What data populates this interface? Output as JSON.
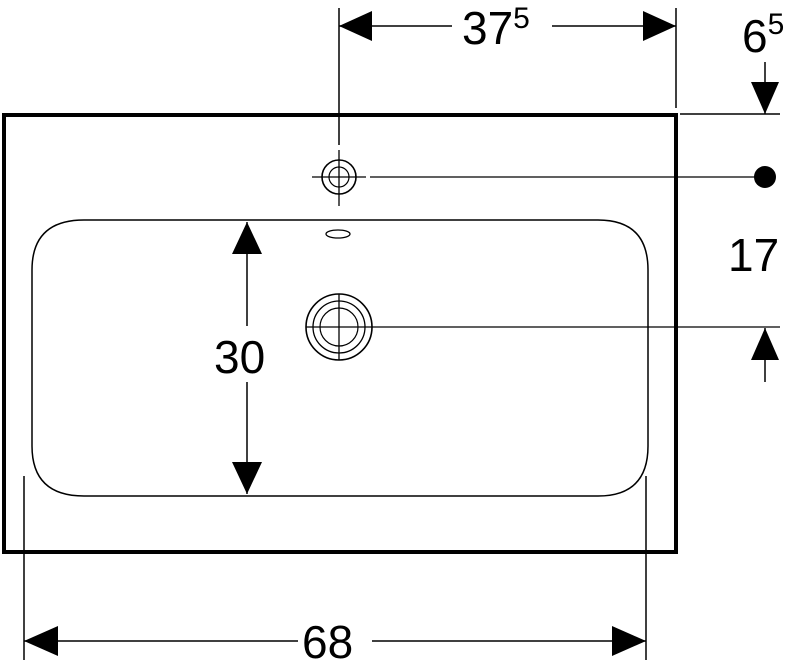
{
  "dimensions": {
    "tap_offset": {
      "main": "37",
      "sup": "5"
    },
    "rim_offset": {
      "main": "6",
      "sup": "5"
    },
    "tap_to_drain": "17",
    "bowl_depth": "30",
    "overall_width": "68"
  },
  "colors": {
    "line": "#000000",
    "background": "#ffffff"
  }
}
